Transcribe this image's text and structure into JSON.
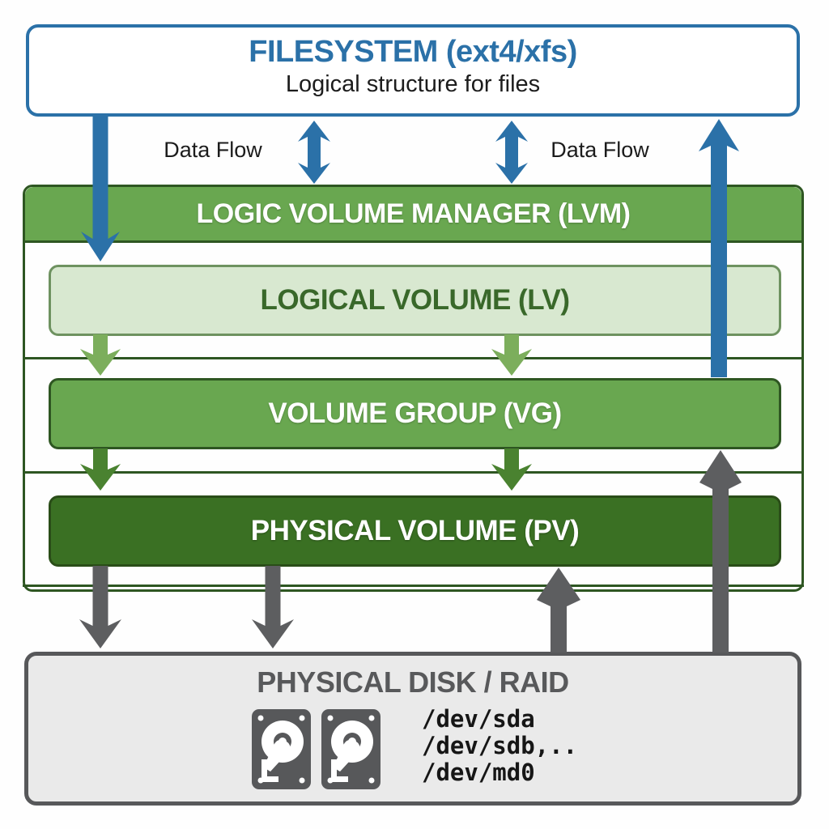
{
  "filesystem": {
    "title": "FILESYSTEM (ext4/xfs)",
    "subtitle": "Logical structure for files"
  },
  "data_flow": {
    "left_label": "Data Flow",
    "right_label": "Data Flow"
  },
  "lvm": {
    "header": "LOGIC VOLUME MANAGER (LVM)",
    "logical_volume": "LOGICAL VOLUME (LV)",
    "volume_group": "VOLUME GROUP (VG)",
    "physical_volume": "PHYSICAL VOLUME (PV)"
  },
  "disk": {
    "title": "PHYSICAL DISK / RAID",
    "devices": [
      "/dev/sda",
      "/dev/sdb,..",
      "/dev/md0"
    ],
    "icons": [
      "hard-disk-icon",
      "hard-disk-icon"
    ]
  },
  "colors": {
    "blue": "#2b71a8",
    "green_mid": "#69a750",
    "green_light": "#d8e8d0",
    "green_dark": "#3a7023",
    "green_border": "#2e5622",
    "green_arrow_light": "#7cae5c",
    "green_arrow_dark": "#4a8230",
    "gray": "#5d5e60",
    "disk_fill": "#eaeaea",
    "disk_border": "#57585a",
    "disk_text": "#58595b",
    "lv_text": "#39682a",
    "text_dark": "#1c1c1c",
    "dev_text": "#161616"
  }
}
